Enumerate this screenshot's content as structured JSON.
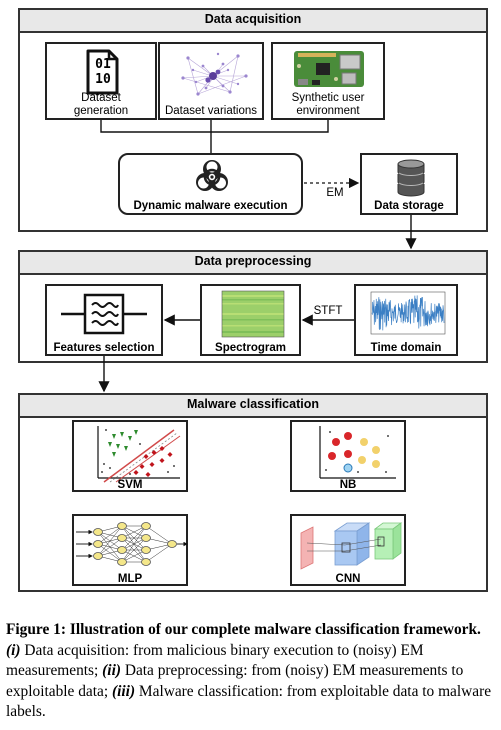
{
  "acquisition": {
    "title": "Data acquisition",
    "boxes": {
      "dataset_generation": "Dataset generation",
      "dataset_variations": "Dataset variations",
      "synthetic_env": "Synthetic user environment"
    },
    "execution": "Dynamic malware execution",
    "storage": "Data storage",
    "em_label": "EM",
    "binary_icon_text": [
      "01",
      "10"
    ]
  },
  "preprocessing": {
    "title": "Data preprocessing",
    "features": "Features selection",
    "spectrogram": "Spectrogram",
    "time_domain": "Time domain",
    "stft_label": "STFT"
  },
  "classification": {
    "title": "Malware classification",
    "models": [
      "SVM",
      "NB",
      "MLP",
      "CNN"
    ]
  },
  "caption": {
    "figure_label": "Figure 1:",
    "lead": " Illustration of our complete malware classification framework.",
    "i_label": " (i)",
    "i_text": " Data acquisition: from malicious binary execution to (noisy) EM measurements;",
    "ii_label": " (ii)",
    "ii_text": " Data preprocessing: from (noisy) EM measurements to exploitable data;",
    "iii_label": " (iii)",
    "iii_text": " Malware classification: from exploitable data to malware labels."
  },
  "colors": {
    "panel_header": "#e8e8e8",
    "signal_blue": "#3b7fc4",
    "spectrogram_green": "#9ccf6a",
    "biohazard": "#222222",
    "nb_red": "#d9262a",
    "nb_yellow": "#f2d16b",
    "svm_green": "#2e8b2e",
    "svm_red": "#c0141c",
    "mlp_yellow": "#f4e78a",
    "cnn_blue": "#a9c8f2",
    "cnn_green": "#b6f0b6",
    "cnn_red": "#f4b3b3"
  }
}
